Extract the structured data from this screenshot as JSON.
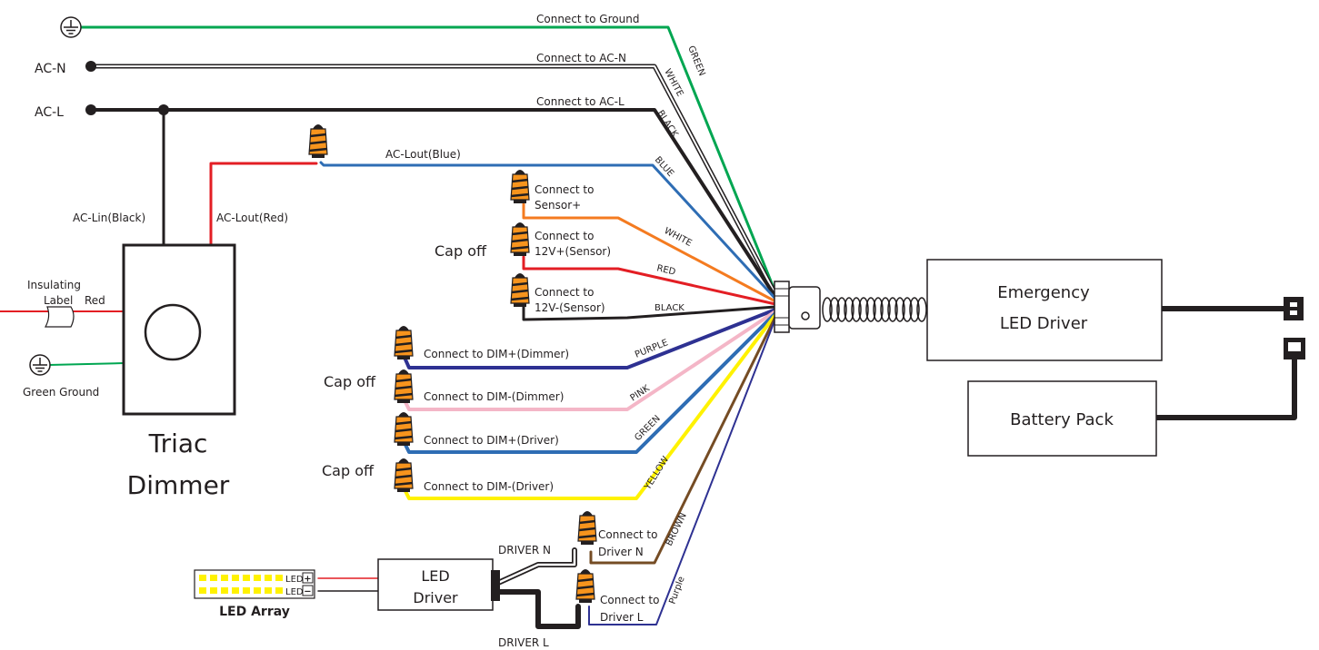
{
  "terminals": {
    "ac_n": "AC-N",
    "ac_l": "AC-L"
  },
  "top_wires": {
    "ground": "Connect to Ground",
    "ac_n": "Connect to AC-N",
    "ac_l": "Connect to AC-L",
    "ac_lout_blue": "AC-Lout(Blue)"
  },
  "wire_colors": {
    "green": "GREEN",
    "white": "WHITE",
    "black": "BLACK",
    "blue": "BLUE",
    "white2": "WHITE",
    "red": "RED",
    "black2": "BLACK",
    "purple": "PURPLE",
    "pink": "PINK",
    "green2": "GREEN",
    "yellow": "YELLOW",
    "brown": "BROWN",
    "purple2": "Purple"
  },
  "dimmer": {
    "lin": "AC-Lin(Black)",
    "lout": "AC-Lout(Red)",
    "name_line1": "Triac",
    "name_line2": "Dimmer",
    "insulating_line1": "Insulating",
    "insulating_line2": "Label",
    "red": "Red",
    "green_ground": "Green Ground"
  },
  "sensor": {
    "cap_off": "Cap off",
    "sensor_plus_1": "Connect to",
    "sensor_plus_2": "Sensor+",
    "v12_plus_1": "Connect to",
    "v12_plus_2": "12V+(Sensor)",
    "v12_minus_1": "Connect to",
    "v12_minus_2": "12V-(Sensor)"
  },
  "dim": {
    "cap_off_1": "Cap off",
    "cap_off_2": "Cap off",
    "dim_plus_dimmer": "Connect to DIM+(Dimmer)",
    "dim_minus_dimmer": "Connect to DIM-(Dimmer)",
    "dim_plus_driver": "Connect to DIM+(Driver)",
    "dim_minus_driver": "Connect to DIM-(Driver)"
  },
  "led_driver": {
    "line1": "LED",
    "line2": "Driver",
    "driver_n": "DRIVER N",
    "driver_l": "DRIVER L",
    "conn_n_1": "Connect to",
    "conn_n_2": "Driver N",
    "conn_l_1": "Connect to",
    "conn_l_2": "Driver L"
  },
  "led_array": {
    "label": "LED Array",
    "led_plus": "LED",
    "led_minus": "LED",
    "plus": "+",
    "minus": "−"
  },
  "emergency": {
    "line1": "Emergency",
    "line2": "LED Driver"
  },
  "battery": {
    "label": "Battery Pack"
  }
}
